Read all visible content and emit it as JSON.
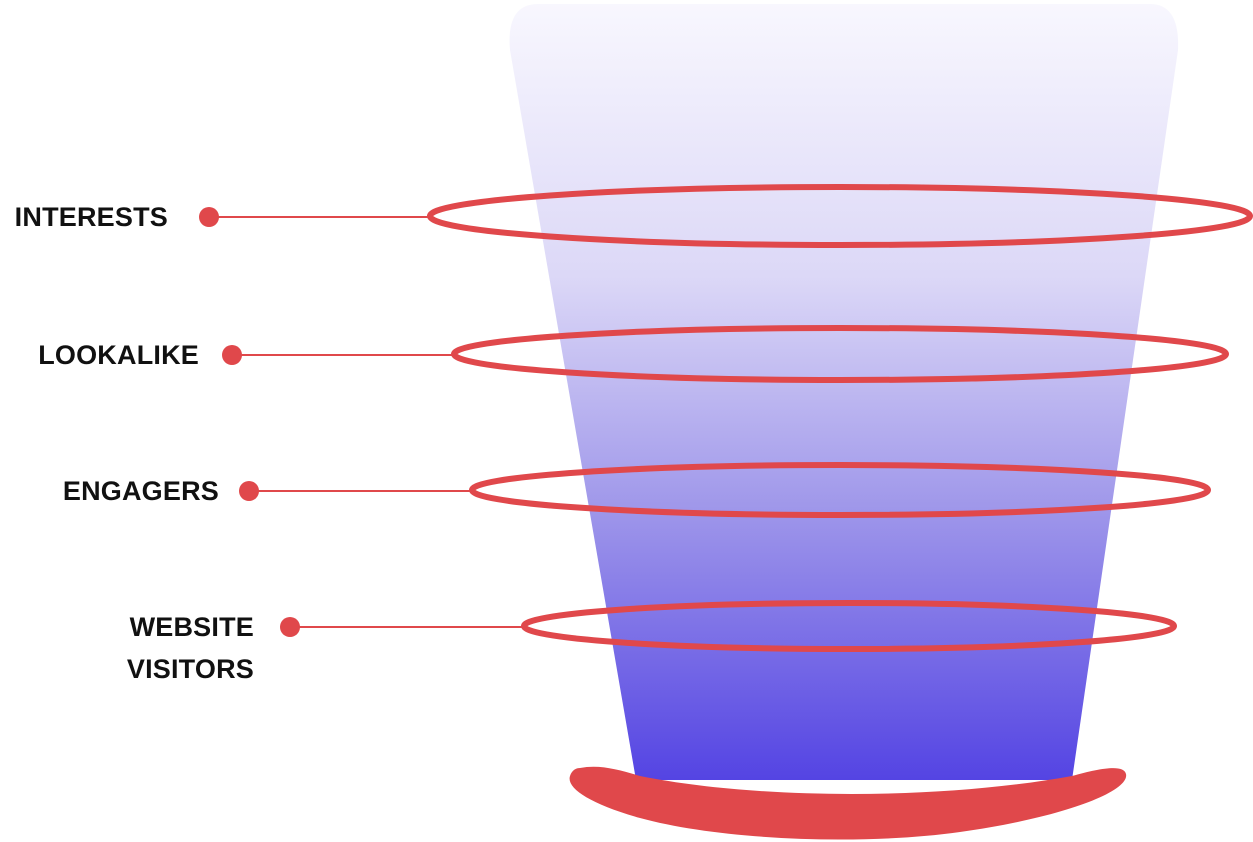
{
  "funnel": {
    "colors": {
      "gradient_top": "#f8f7fe",
      "gradient_bottom": "#5444e3",
      "accent": "#e0484b",
      "text": "#111111"
    },
    "stages": [
      {
        "id": "interests",
        "lines": [
          "INTERESTS"
        ]
      },
      {
        "id": "lookalike",
        "lines": [
          "LOOKALIKE"
        ]
      },
      {
        "id": "engagers",
        "lines": [
          "ENGAGERS"
        ]
      },
      {
        "id": "website-visitors",
        "lines": [
          "WEBSITE",
          "VISITORS"
        ]
      }
    ]
  }
}
